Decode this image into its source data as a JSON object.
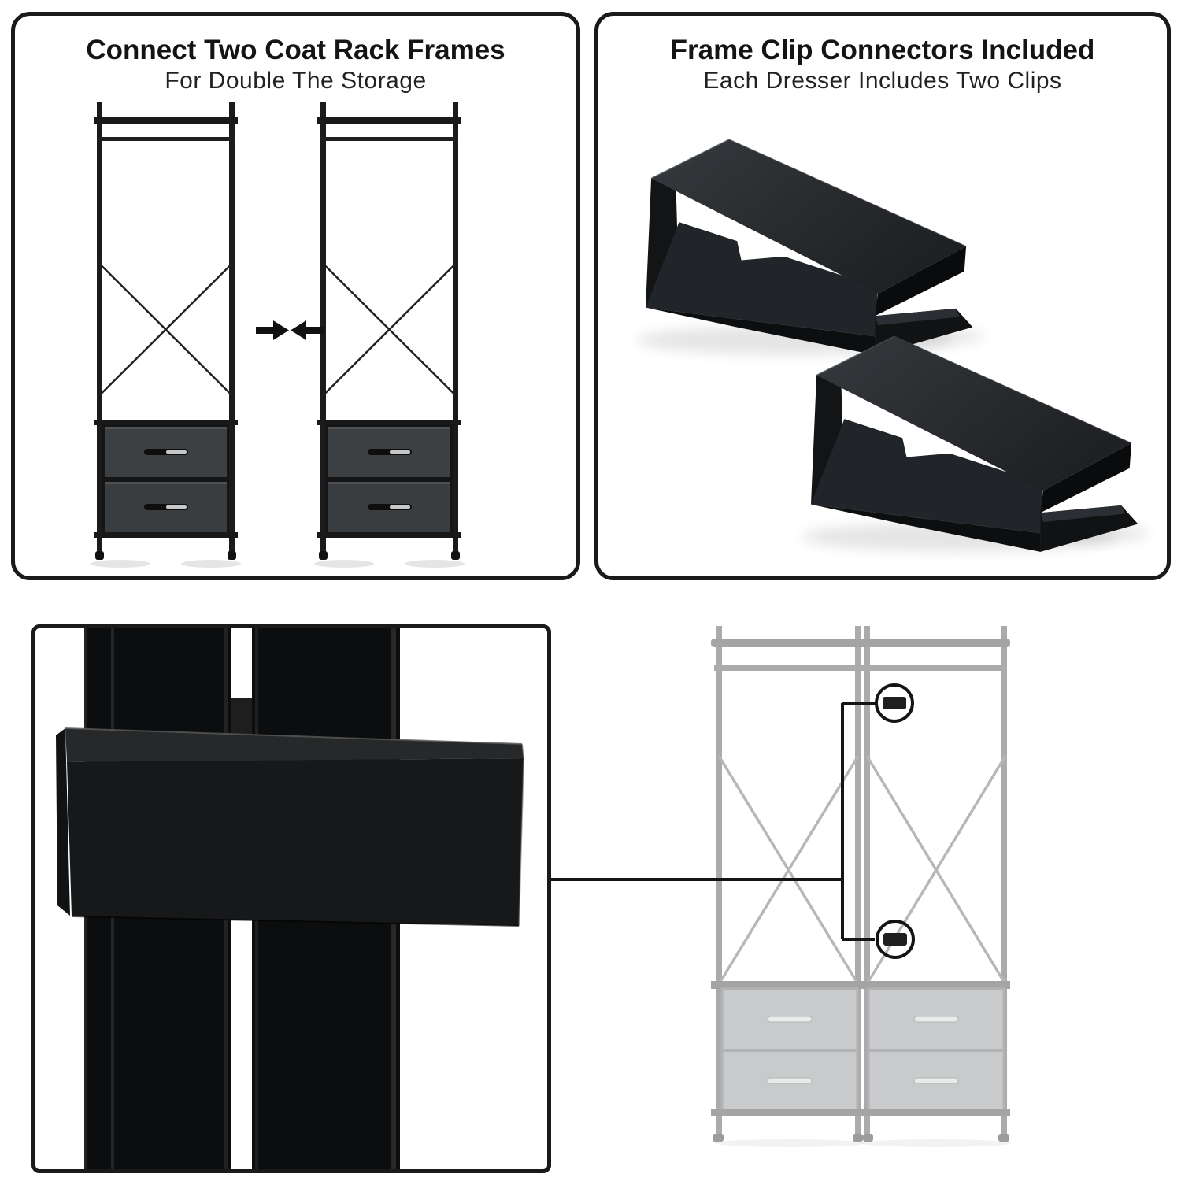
{
  "panels": {
    "top_left": {
      "title": "Connect Two Coat Rack Frames",
      "subtitle": "For Double The Storage"
    },
    "top_right": {
      "title": "Frame Clip Connectors Included",
      "subtitle": "Each Dresser Includes Two Clips"
    }
  },
  "icons": {
    "merge_arrows": "two solid arrows pointing toward each other",
    "clip_location_markers": "two circled clip positions with callout lines"
  },
  "colors": {
    "ink": "#1a1a1a",
    "rack_black": "#1b1b1b",
    "drawer_dark": "#3d4043",
    "clip_black": "#141414",
    "faded_frame": "#ababab",
    "faded_drawer": "#c9cacb",
    "handle_silver": "#e9eaea"
  }
}
